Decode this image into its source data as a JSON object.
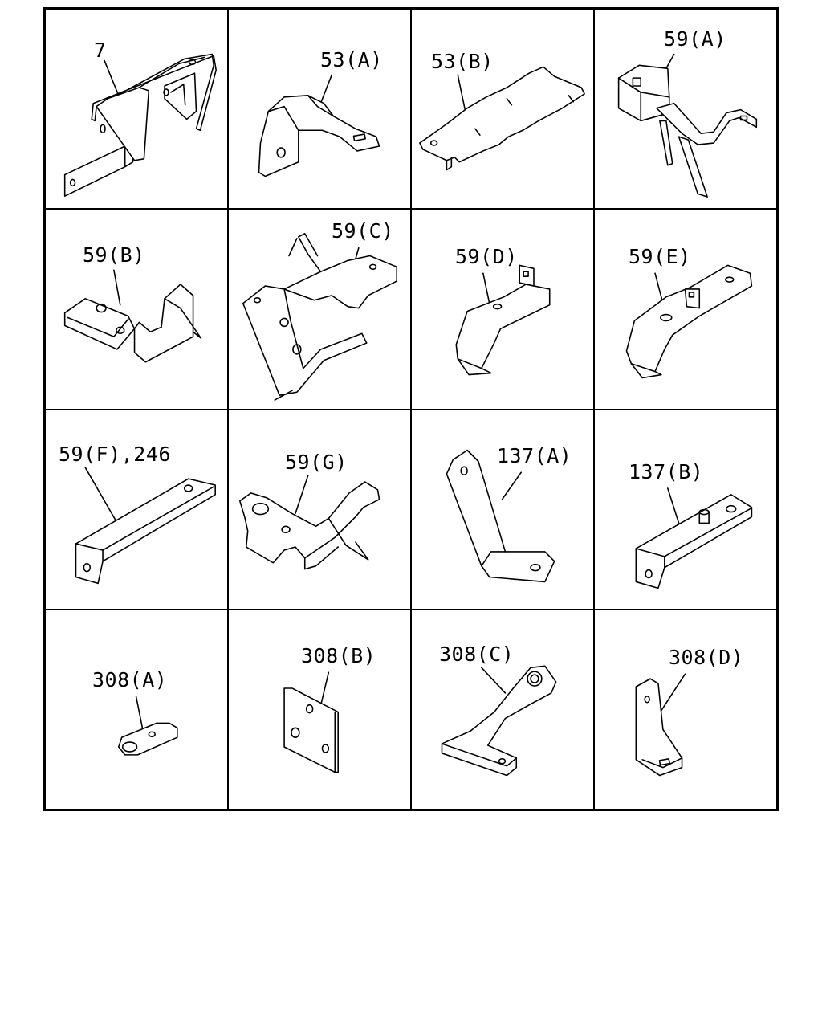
{
  "parts": [
    {
      "label": "7"
    },
    {
      "label": "53(A)"
    },
    {
      "label": "53(B)"
    },
    {
      "label": "59(A)"
    },
    {
      "label": "59(B)"
    },
    {
      "label": "59(C)"
    },
    {
      "label": "59(D)"
    },
    {
      "label": "59(E)"
    },
    {
      "label": "59(F),246"
    },
    {
      "label": "59(G)"
    },
    {
      "label": "137(A)"
    },
    {
      "label": "137(B)"
    },
    {
      "label": "308(A)"
    },
    {
      "label": "308(B)"
    },
    {
      "label": "308(C)"
    },
    {
      "label": "308(D)"
    }
  ]
}
